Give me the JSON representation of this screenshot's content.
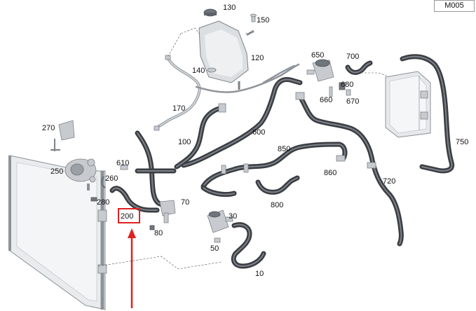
{
  "diagram": {
    "code": "M005",
    "labels": [
      "130",
      "150",
      "120",
      "140",
      "650",
      "700",
      "680",
      "660",
      "670",
      "170",
      "270",
      "100",
      "600",
      "610",
      "250",
      "260",
      "280",
      "200",
      "70",
      "80",
      "30",
      "50",
      "10",
      "850",
      "860",
      "750",
      "720",
      "800"
    ],
    "highlighted": "200",
    "colors": {
      "highlight": "#e02020",
      "hose": "#3a3d42",
      "label": "#111111"
    }
  }
}
